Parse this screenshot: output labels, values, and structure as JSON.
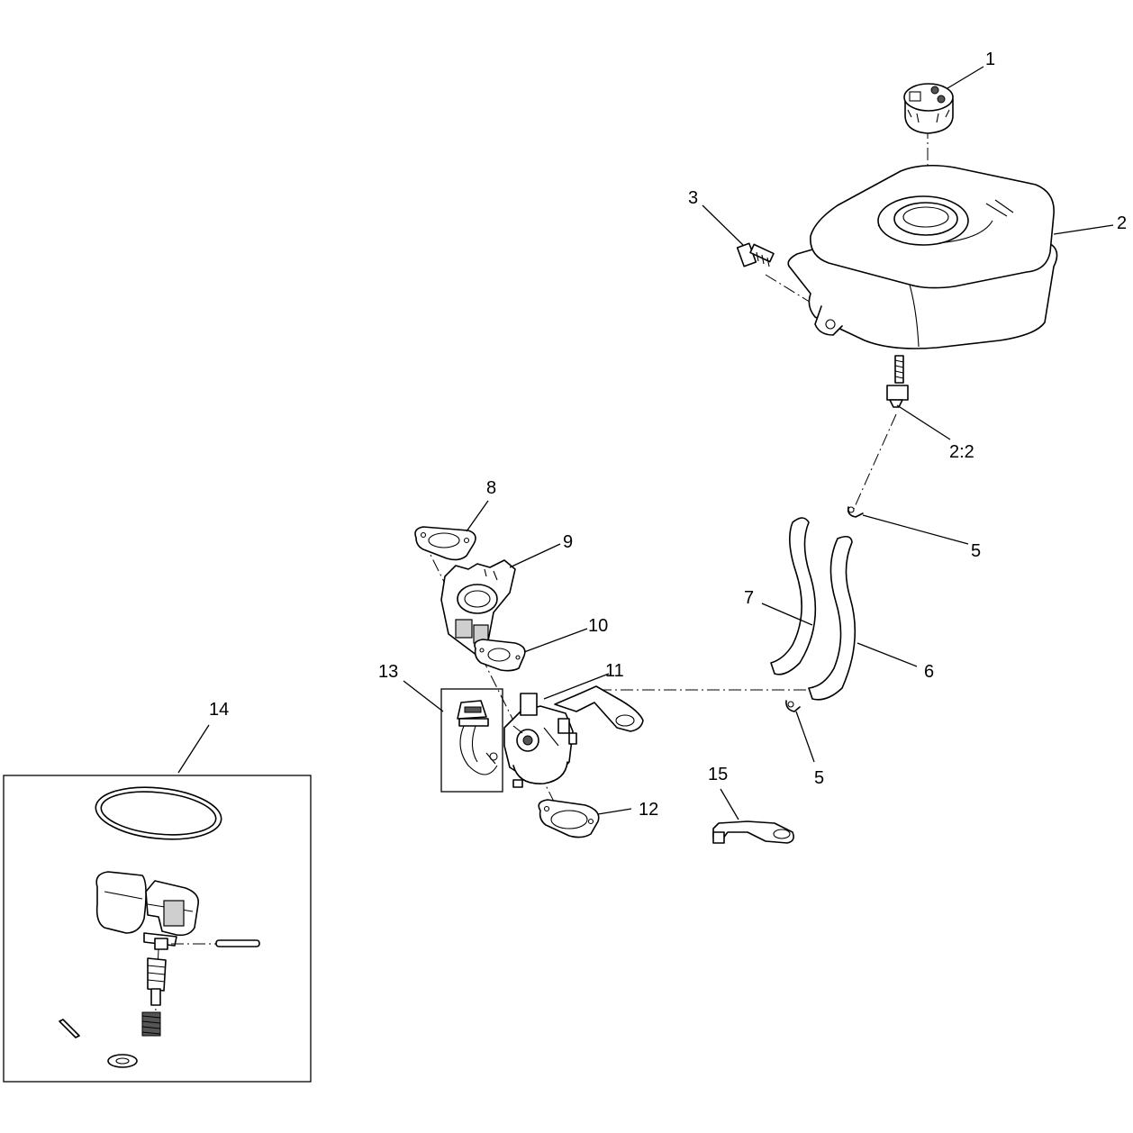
{
  "callouts": {
    "c1": "1",
    "c2": "2",
    "c2_2": "2:2",
    "c3": "3",
    "c5a": "5",
    "c5b": "5",
    "c6": "6",
    "c7": "7",
    "c8": "8",
    "c9": "9",
    "c10": "10",
    "c11": "11",
    "c12": "12",
    "c13": "13",
    "c14": "14",
    "c15": "15"
  }
}
